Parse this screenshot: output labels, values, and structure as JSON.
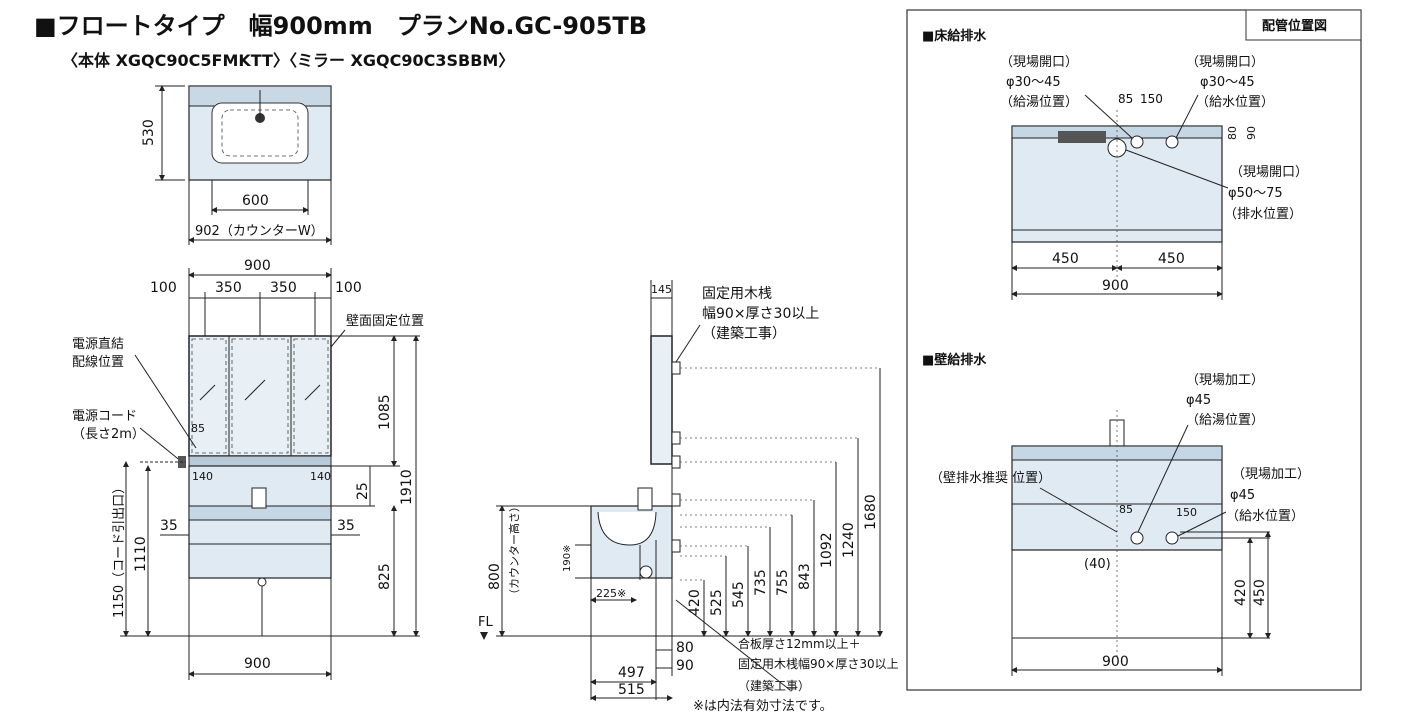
{
  "header": {
    "title": "■フロートタイプ　幅900mm　プランNo.GC-905TB",
    "subtitle": "〈本体 XGQC90C5FMKTT〉〈ミラー XGQC90C3SBBM〉"
  },
  "top_view": {
    "depth": "530",
    "bowl": "600",
    "counter": "902（カウンターW）"
  },
  "front_view": {
    "total_w": "900",
    "seg1": "100",
    "seg2": "350",
    "seg3": "350",
    "seg4": "100",
    "wall_fix": "壁面固定位置",
    "power_direct_1": "電源直結",
    "power_direct_2": "配線位置",
    "power_cord_1": "電源コード",
    "power_cord_2": "（長さ2m）",
    "d85": "85",
    "d140l": "140",
    "d140r": "140",
    "d35l": "35",
    "d35r": "35",
    "d25": "25",
    "h1085": "1085",
    "h1910": "1910",
    "h825": "825",
    "h1110": "1110",
    "h1150": "1150（コード引出口）",
    "bottom_w": "900"
  },
  "side_view": {
    "d145": "145",
    "wood_1": "固定用木桟",
    "wood_2": "幅90×厚さ30以上",
    "wood_3": "（建築工事）",
    "h800": "800",
    "counter_h": "（カウンター高さ）",
    "d190": "190※",
    "d225": "225※",
    "fl": "FL",
    "v420": "420",
    "v525": "525",
    "v545": "545",
    "v735": "735",
    "v755": "755",
    "v843": "843",
    "v1092": "1092",
    "v1240": "1240",
    "v1680": "1680",
    "d80": "80",
    "d90": "90",
    "d497": "497",
    "d515": "515",
    "ply_1": "合板厚さ12mm以上＋",
    "ply_2": "固定用木桟幅90×厚さ30以上",
    "ply_3": "（建築工事）",
    "note": "※は内法有効寸法です。"
  },
  "piping": {
    "box_title": "配管位置図",
    "floor": {
      "title": "■床給排水",
      "hot_1": "（現場開口）",
      "hot_2": "φ30～45",
      "hot_3": "（給湯位置）",
      "cold_1": "（現場開口）",
      "cold_2": "φ30～45",
      "cold_3": "（給水位置）",
      "drain_1": "（現場開口）",
      "drain_2": "φ50～75",
      "drain_3": "（排水位置）",
      "d85": "85",
      "d150": "150",
      "d80": "80",
      "d90": "90",
      "w450l": "450",
      "w450r": "450",
      "w900": "900"
    },
    "wall": {
      "title": "■壁給排水",
      "hot_1": "（現場加工）",
      "hot_2": "φ45",
      "hot_3": "（給湯位置）",
      "drain_rec": "（壁排水推奨 位置）",
      "cold_1": "（現場加工）",
      "cold_2": "φ45",
      "cold_3": "（給水位置）",
      "d85": "85",
      "d150": "150",
      "d40": "(40)",
      "h420": "420",
      "h450": "450",
      "w900": "900"
    }
  }
}
